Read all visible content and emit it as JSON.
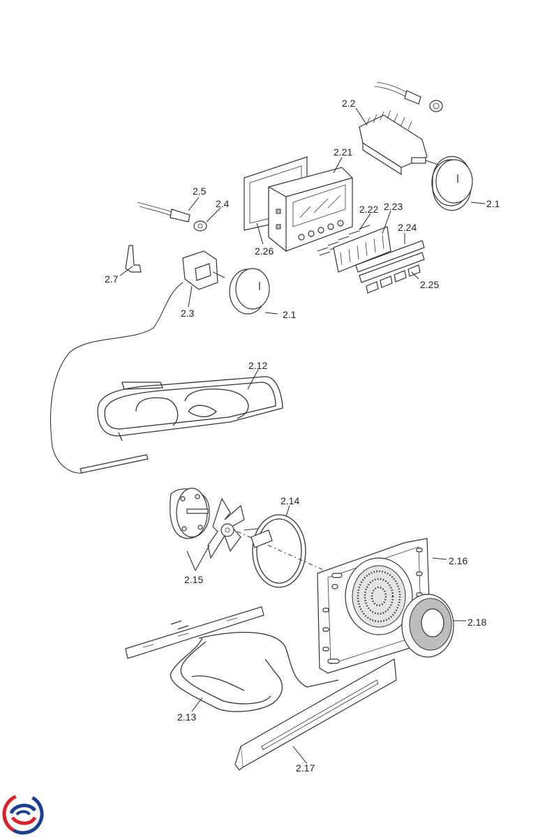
{
  "labels": {
    "l_2_2": "2.2",
    "l_2_21": "2.21",
    "l_2_5": "2.5",
    "l_2_4": "2.4",
    "l_2_22": "2.22",
    "l_2_23": "2.23",
    "l_2_24": "2.24",
    "l_2_1_top": "2.1",
    "l_2_26": "2.26",
    "l_2_7": "2.7",
    "l_2_25": "2.25",
    "l_2_3": "2.3",
    "l_2_1_mid": "2.1",
    "l_2_12": "2.12",
    "l_2_14": "2.14",
    "l_2_16": "2.16",
    "l_2_15": "2.15",
    "l_2_18": "2.18",
    "l_2_13": "2.13",
    "l_2_17": "2.17"
  },
  "logo": {
    "icon": "brand-logo-icon",
    "colors": [
      "#1a3f8f",
      "#d8232a"
    ]
  }
}
